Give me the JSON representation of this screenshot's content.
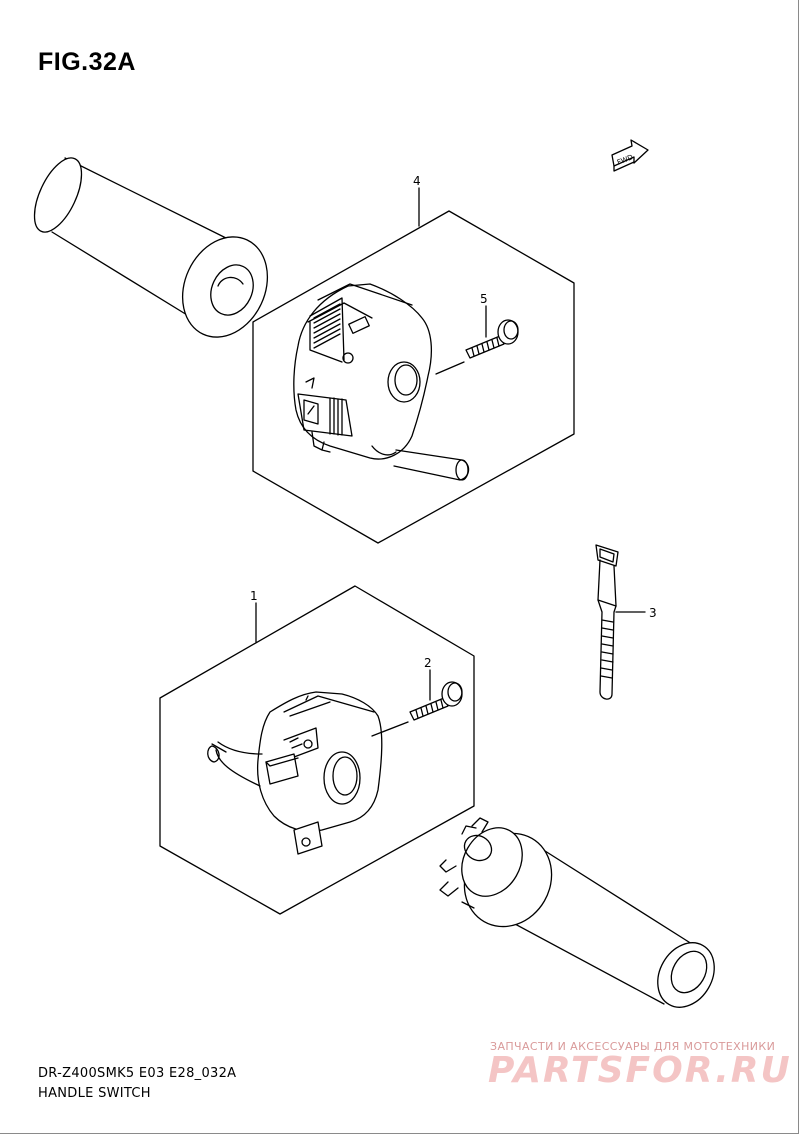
{
  "figure": {
    "title": "FIG.32A",
    "model_code": "DR-Z400SMK5 E03 E28_032A",
    "section_name": "HANDLE SWITCH"
  },
  "direction_indicator": {
    "label": "FWD",
    "icon": "forward-arrow-icon"
  },
  "callouts": [
    {
      "number": "4",
      "part": "right-handle-switch-assembly"
    },
    {
      "number": "5",
      "part": "right-switch-screw"
    },
    {
      "number": "3",
      "part": "cable-tie"
    },
    {
      "number": "1",
      "part": "left-handle-switch-assembly"
    },
    {
      "number": "2",
      "part": "left-switch-screw"
    }
  ],
  "watermark": {
    "caption": "ЗАПЧАСТИ И АКСЕССУАРЫ ДЛЯ МОТОТЕХНИКИ",
    "logo": "PARTSFOR.RU"
  },
  "colors": {
    "line": "#000000",
    "watermark": "#e89a9a"
  }
}
